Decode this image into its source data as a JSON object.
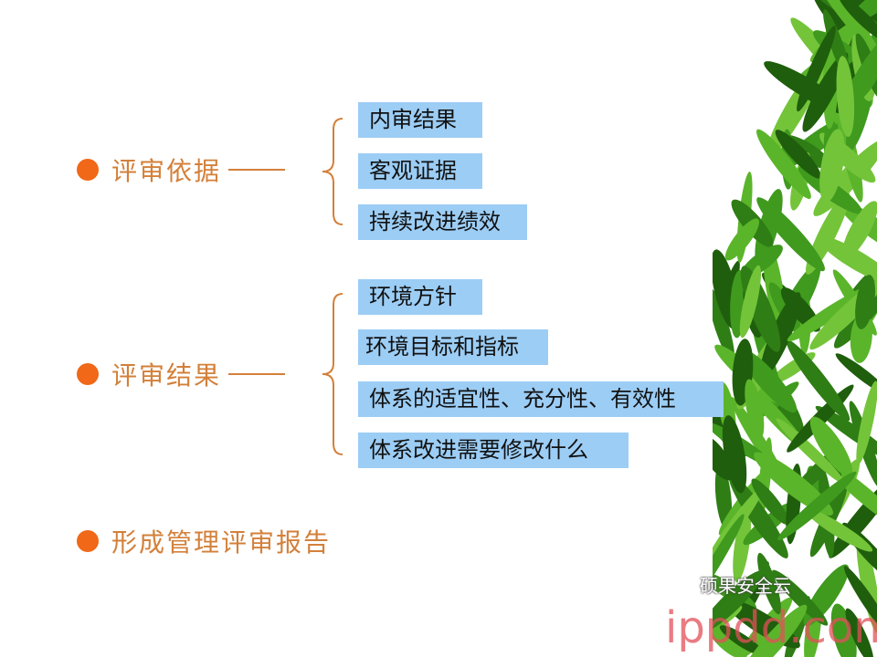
{
  "colors": {
    "bullet": "#f06818",
    "heading": "#d3803a",
    "box": "#9ccdf5",
    "leaf": "#3f9a1e"
  },
  "sections": [
    {
      "label": "评审依据",
      "items": [
        "内审结果",
        "客观证据",
        "持续改进绩效"
      ]
    },
    {
      "label": "评审结果",
      "items": [
        "环境方针",
        "环境目标和指标",
        "体系的适宜性、充分性、有效性",
        "体系改进需要修改什么"
      ]
    },
    {
      "label": "形成管理评审报告"
    }
  ],
  "watermark": {
    "channel": "硕果安全云",
    "site": "ippdd.com"
  }
}
